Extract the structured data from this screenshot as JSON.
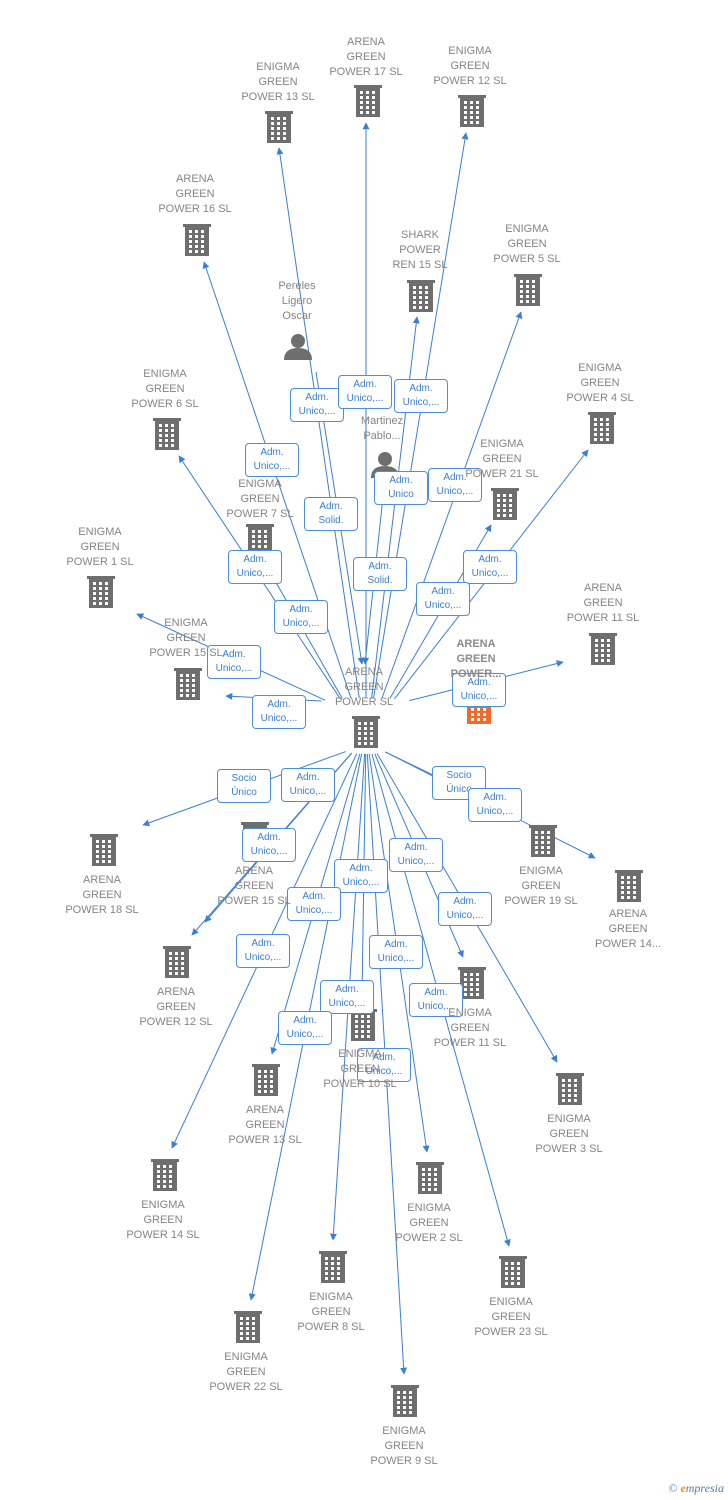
{
  "colors": {
    "edge": "#3a7fd0",
    "building": "#6e6e6e",
    "highlight": "#f06a2c",
    "person": "#6e6e6e"
  },
  "nodes": [
    {
      "id": "center",
      "type": "building",
      "label": "ARENA\nGREEN\nPOWER  SL"
    },
    {
      "id": "eg13",
      "type": "building",
      "label": "ENIGMA\nGREEN\nPOWER 13  SL"
    },
    {
      "id": "ag17",
      "type": "building",
      "label": "ARENA\nGREEN\nPOWER 17  SL"
    },
    {
      "id": "eg12",
      "type": "building",
      "label": "ENIGMA\nGREEN\nPOWER 12  SL"
    },
    {
      "id": "ag16",
      "type": "building",
      "label": "ARENA\nGREEN\nPOWER 16  SL"
    },
    {
      "id": "shark",
      "type": "building",
      "label": "SHARK\nPOWER\nREN 15  SL"
    },
    {
      "id": "eg5",
      "type": "building",
      "label": "ENIGMA\nGREEN\nPOWER 5  SL"
    },
    {
      "id": "pereles",
      "type": "person",
      "label": "Pereles\nLigero\nOscar"
    },
    {
      "id": "martinez",
      "type": "person",
      "label": "Martinez\nPablo..."
    },
    {
      "id": "eg6",
      "type": "building",
      "label": "ENIGMA\nGREEN\nPOWER 6  SL"
    },
    {
      "id": "eg4",
      "type": "building",
      "label": "ENIGMA\nGREEN\nPOWER 4  SL"
    },
    {
      "id": "eg21",
      "type": "building",
      "label": "ENIGMA\nGREEN\nPOWER 21  SL"
    },
    {
      "id": "eg7",
      "type": "building",
      "label": "ENIGMA\nGREEN\nPOWER 7  SL"
    },
    {
      "id": "eg1",
      "type": "building",
      "label": "ENIGMA\nGREEN\nPOWER 1  SL"
    },
    {
      "id": "ag11",
      "type": "building",
      "label": "ARENA\nGREEN\nPOWER 11  SL"
    },
    {
      "id": "eg15",
      "type": "building",
      "label": "ENIGMA\nGREEN\nPOWER 15  SL"
    },
    {
      "id": "agp",
      "type": "building-highlight",
      "label": "ARENA\nGREEN\nPOWER..."
    },
    {
      "id": "ag18",
      "type": "building",
      "label": "ARENA\nGREEN\nPOWER 18  SL"
    },
    {
      "id": "eg19",
      "type": "building",
      "label": "ENIGMA\nGREEN\nPOWER 19  SL"
    },
    {
      "id": "ag14",
      "type": "building",
      "label": "ARENA\nGREEN\nPOWER 14..."
    },
    {
      "id": "ag15",
      "type": "building",
      "label": "ARENA\nGREEN\nPOWER 15  SL"
    },
    {
      "id": "ag12",
      "type": "building",
      "label": "ARENA\nGREEN\nPOWER 12  SL"
    },
    {
      "id": "eg11",
      "type": "building",
      "label": "ENIGMA\nGREEN\nPOWER 11  SL"
    },
    {
      "id": "eg10",
      "type": "building",
      "label": "ENIGMA\nGREEN\nPOWER 10  SL"
    },
    {
      "id": "eg3",
      "type": "building",
      "label": "ENIGMA\nGREEN\nPOWER 3  SL"
    },
    {
      "id": "ag13",
      "type": "building",
      "label": "ARENA\nGREEN\nPOWER 13  SL"
    },
    {
      "id": "eg14",
      "type": "building",
      "label": "ENIGMA\nGREEN\nPOWER 14  SL"
    },
    {
      "id": "eg2",
      "type": "building",
      "label": "ENIGMA\nGREEN\nPOWER 2  SL"
    },
    {
      "id": "eg23",
      "type": "building",
      "label": "ENIGMA\nGREEN\nPOWER 23  SL"
    },
    {
      "id": "eg8",
      "type": "building",
      "label": "ENIGMA\nGREEN\nPOWER 8  SL"
    },
    {
      "id": "eg22",
      "type": "building",
      "label": "ENIGMA\nGREEN\nPOWER 22  SL"
    },
    {
      "id": "eg9",
      "type": "building",
      "label": "ENIGMA\nGREEN\nPOWER 9  SL"
    }
  ],
  "edges": [
    {
      "from": "center",
      "to": "eg13",
      "label": "Adm.\nUnico,..."
    },
    {
      "from": "center",
      "to": "ag17",
      "label": "Adm.\nUnico,..."
    },
    {
      "from": "center",
      "to": "eg12",
      "label": "Adm.\nUnico,..."
    },
    {
      "from": "center",
      "to": "ag16",
      "label": "Adm.\nUnico,..."
    },
    {
      "from": "center",
      "to": "shark",
      "label": "Adm.\nUnico"
    },
    {
      "from": "center",
      "to": "eg5",
      "label": "Adm.\nUnico,..."
    },
    {
      "from": "pereles",
      "to": "center",
      "label": "Adm.\nSolid."
    },
    {
      "from": "martinez",
      "to": "center",
      "label": "Adm.\nSolid."
    },
    {
      "from": "center",
      "to": "eg6",
      "label": "Adm.\nUnico,..."
    },
    {
      "from": "center",
      "to": "eg4",
      "label": "Adm.\nUnico,..."
    },
    {
      "from": "center",
      "to": "eg21",
      "label": "Adm.\nUnico,..."
    },
    {
      "from": "center",
      "to": "eg7",
      "label": "Adm.\nUnico,..."
    },
    {
      "from": "center",
      "to": "eg1",
      "label": "Adm.\nUnico,..."
    },
    {
      "from": "center",
      "to": "ag11",
      "label": "Adm.\nUnico,..."
    },
    {
      "from": "center",
      "to": "eg15",
      "label": "Adm.\nUnico,..."
    },
    {
      "from": "center",
      "to": "ag18",
      "label": "Socio\nÚnico"
    },
    {
      "from": "center",
      "to": "eg19",
      "label": "Socio\nÚnico"
    },
    {
      "from": "center",
      "to": "ag14",
      "label": "Adm.\nUnico,..."
    },
    {
      "from": "center",
      "to": "ag15",
      "label": "Adm.\nUnico,..."
    },
    {
      "from": "center",
      "to": "ag12",
      "label": "Adm.\nUnico,..."
    },
    {
      "from": "center",
      "to": "eg11",
      "label": "Adm.\nUnico,..."
    },
    {
      "from": "center",
      "to": "eg10",
      "label": "Adm.\nUnico,..."
    },
    {
      "from": "center",
      "to": "eg3",
      "label": "Adm.\nUnico,..."
    },
    {
      "from": "center",
      "to": "ag13",
      "label": "Adm.\nUnico,..."
    },
    {
      "from": "center",
      "to": "eg14",
      "label": "Adm.\nUnico,..."
    },
    {
      "from": "center",
      "to": "eg2",
      "label": "Adm.\nUnico,..."
    },
    {
      "from": "center",
      "to": "eg23",
      "label": "Adm.\nUnico,..."
    },
    {
      "from": "center",
      "to": "eg8",
      "label": "Adm.\nUnico,..."
    },
    {
      "from": "center",
      "to": "eg22",
      "label": "Adm.\nUnico,..."
    },
    {
      "from": "center",
      "to": "eg9",
      "label": "Adm.\nUnico,..."
    }
  ],
  "footer": {
    "copyright": "©",
    "brand_first": "e",
    "brand_rest": "mpresia"
  }
}
